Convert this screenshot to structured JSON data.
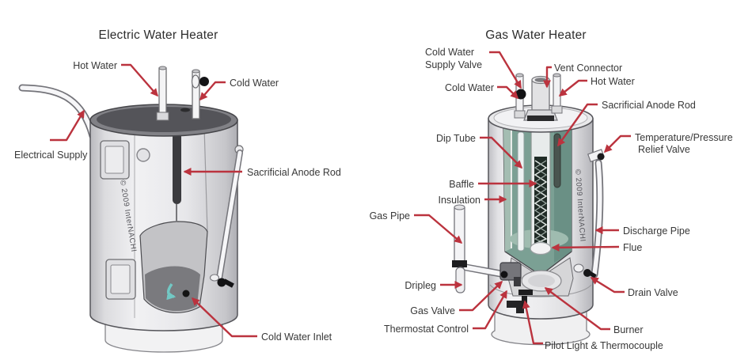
{
  "colors": {
    "arrow_red": "#BB333E",
    "label_text": "#383838",
    "tank_gray": "#ececee",
    "tank_top_dark": "#545459",
    "insulation_teal": "#7BA094",
    "cyan_arrow": "#72C8C4"
  },
  "electric": {
    "title": "Electric Water Heater",
    "watermark": "© 2009 InterNACHI",
    "labels": {
      "hot_water": "Hot Water",
      "cold_water": "Cold Water",
      "electrical_supply": "Electrical Supply",
      "sacrificial_anode_rod": "Sacrificial Anode Rod",
      "cold_water_inlet": "Cold Water Inlet"
    }
  },
  "gas": {
    "title": "Gas Water Heater",
    "watermark": "© 2009 InterNACHI",
    "labels": {
      "cold_water_supply_valve_line1": "Cold Water",
      "cold_water_supply_valve_line2": "Supply Valve",
      "cold_water": "Cold Water",
      "vent_connector": "Vent Connector",
      "hot_water": "Hot Water",
      "sacrificial_anode_rod": "Sacrificial Anode Rod",
      "temperature_pressure_line1": "Temperature/Pressure",
      "temperature_pressure_line2": "Relief Valve",
      "dip_tube": "Dip Tube",
      "baffle": "Baffle",
      "insulation": "Insulation",
      "gas_pipe": "Gas Pipe",
      "dripleg": "Dripleg",
      "gas_valve": "Gas Valve",
      "thermostat_control": "Thermostat Control",
      "pilot_light_thermocouple": "Pilot Light & Thermocouple",
      "burner": "Burner",
      "drain_valve": "Drain Valve",
      "flue": "Flue",
      "discharge_pipe": "Discharge Pipe"
    }
  }
}
